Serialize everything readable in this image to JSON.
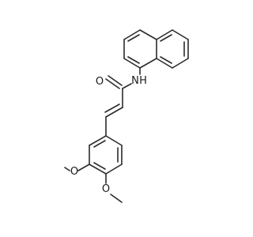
{
  "molecule": {
    "atoms": {
      "oxygen_carbonyl": "O",
      "nitrogen_amide": "N",
      "hydrogen_amide": "H",
      "oxygen_methoxy_1": "O",
      "oxygen_methoxy_2": "O"
    }
  }
}
